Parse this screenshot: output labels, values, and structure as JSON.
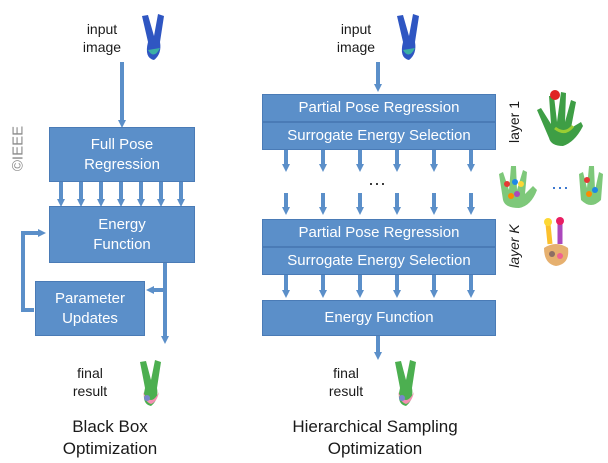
{
  "copyright": "©IEEE",
  "colors": {
    "box_fill": "#5b8fc9",
    "box_border": "#4a7bb6",
    "arrow": "#5b8fc9"
  },
  "icons": [
    "hand-victory-icon",
    "hand-open-icon",
    "hand-points-icon",
    "hand-skeleton-icon"
  ],
  "left": {
    "input_label": "input\nimage",
    "full_pose": "Full Pose\nRegression",
    "energy": "Energy\nFunction",
    "param_updates": "Parameter\nUpdates",
    "final_label": "final\nresult",
    "caption": "Black Box\nOptimization"
  },
  "right": {
    "input_label": "input\nimage",
    "partial_pose_1": "Partial Pose Regression",
    "surrogate_1": "Surrogate Energy Selection",
    "layer_1": "layer 1",
    "ellipsis_mid": "···",
    "ellipsis_side": "···",
    "partial_pose_k": "Partial Pose Regression",
    "surrogate_k": "Surrogate Energy Selection",
    "layer_k": "layer K",
    "energy_function": "Energy Function",
    "final_label": "final\nresult",
    "caption": "Hierarchical Sampling\nOptimization"
  }
}
